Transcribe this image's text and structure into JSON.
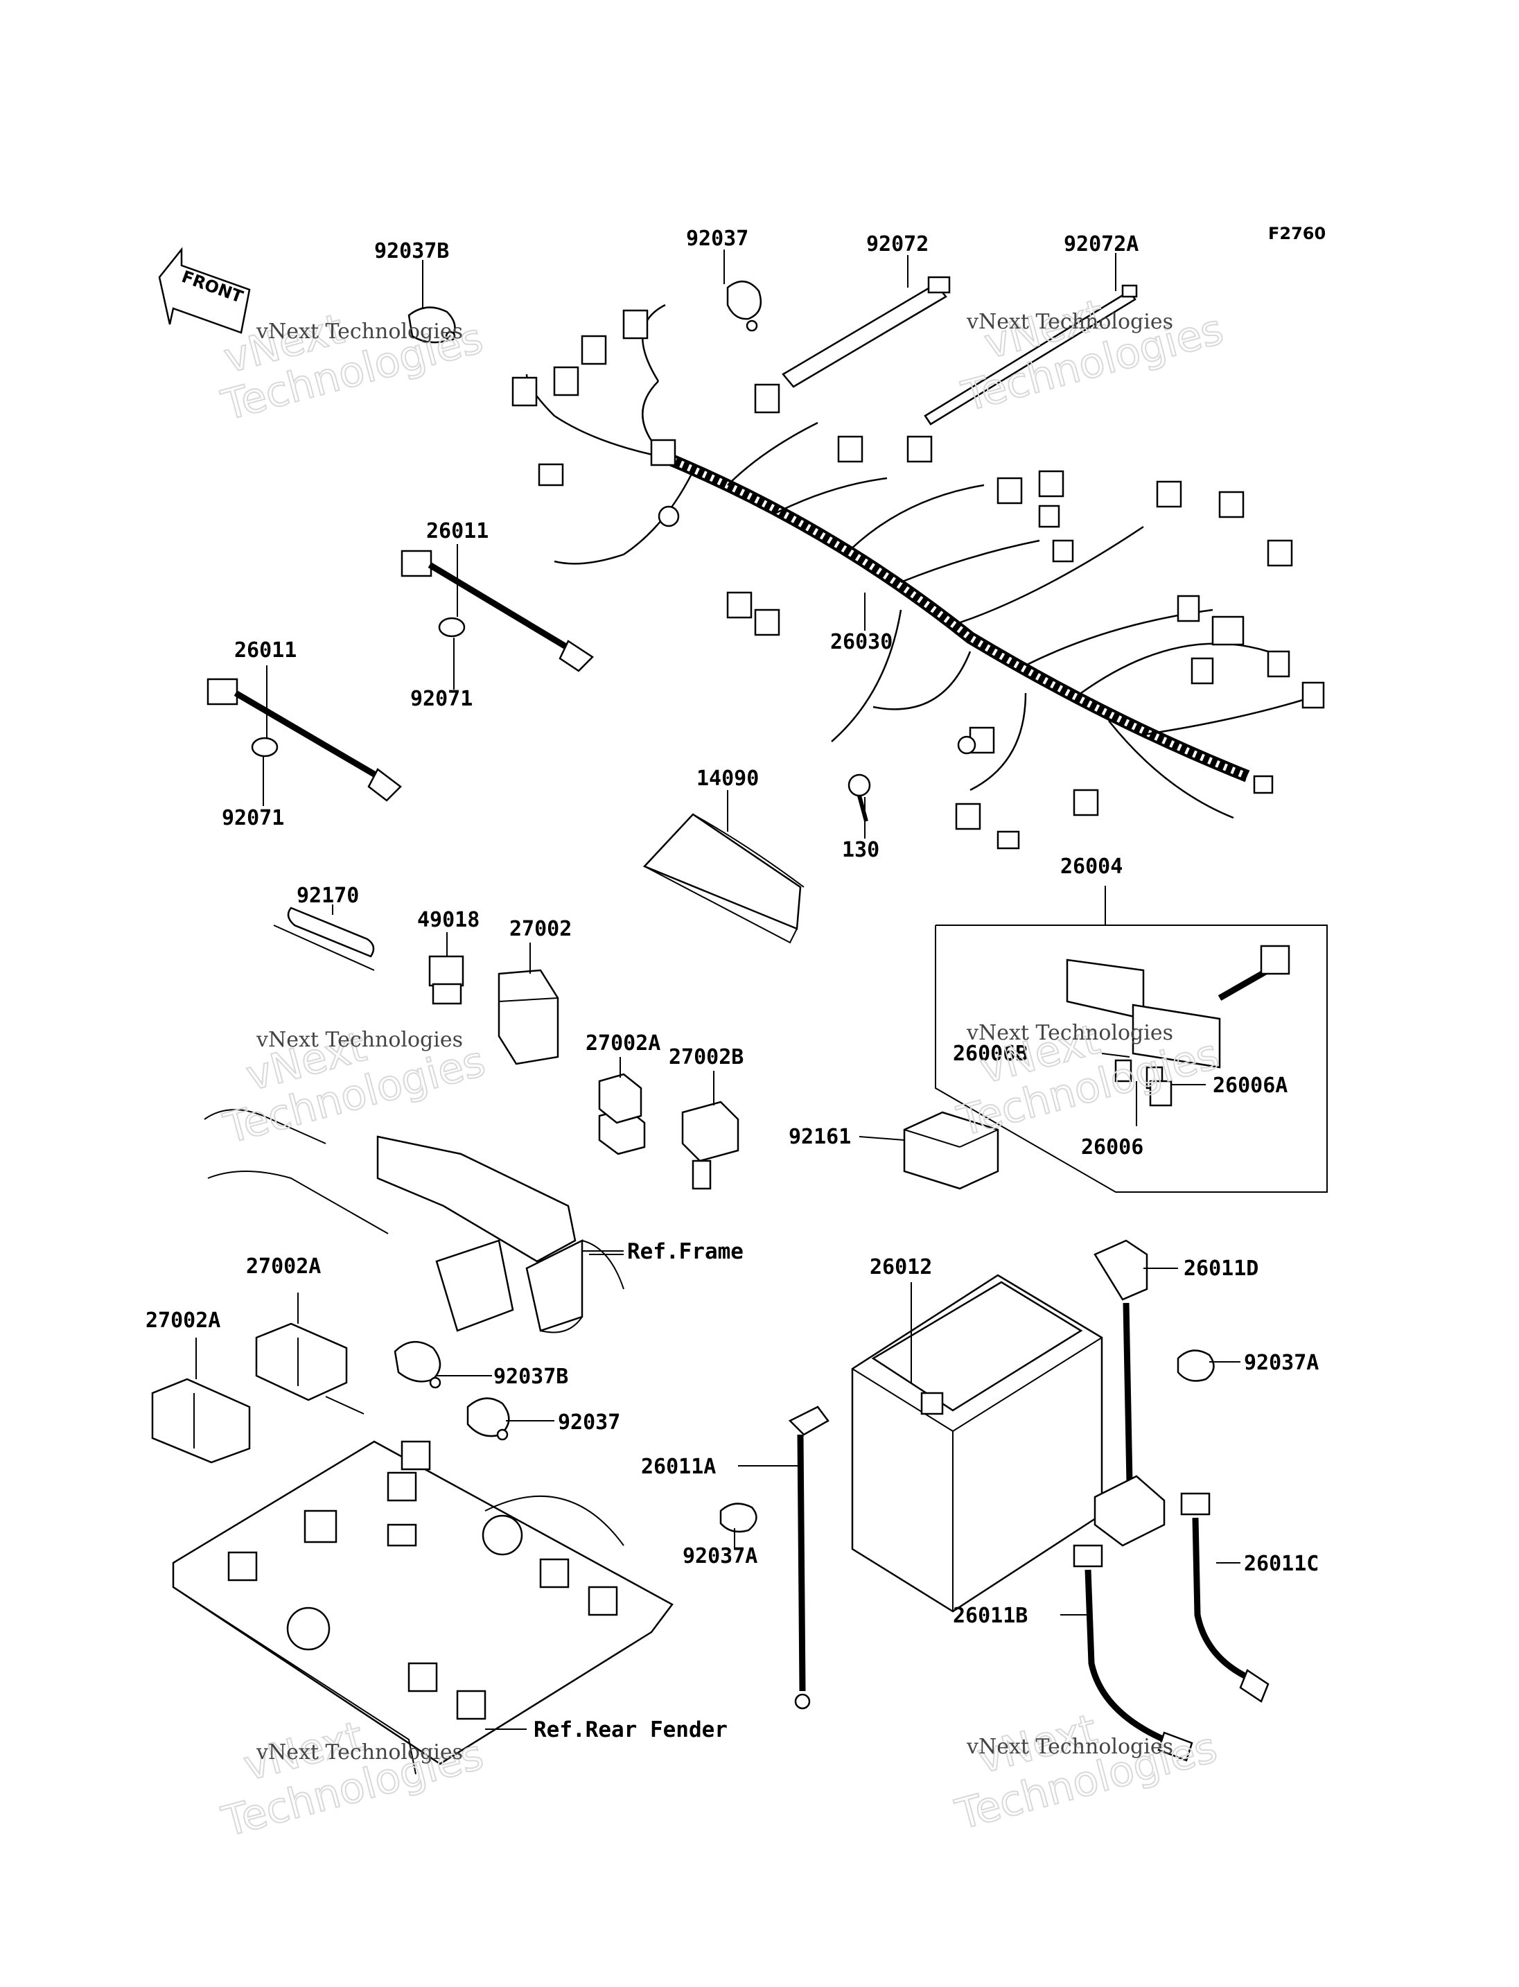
{
  "figure_code": "F2760",
  "front_label": "FRONT",
  "parts": [
    {
      "id": "p-92037B-top",
      "label": "92037B"
    },
    {
      "id": "p-92037-top",
      "label": "92037"
    },
    {
      "id": "p-92072",
      "label": "92072"
    },
    {
      "id": "p-92072A",
      "label": "92072A"
    },
    {
      "id": "p-26011-a",
      "label": "26011"
    },
    {
      "id": "p-92071-a",
      "label": "92071"
    },
    {
      "id": "p-26011-b",
      "label": "26011"
    },
    {
      "id": "p-92071-b",
      "label": "92071"
    },
    {
      "id": "p-26030",
      "label": "26030"
    },
    {
      "id": "p-14090",
      "label": "14090"
    },
    {
      "id": "p-130",
      "label": "130"
    },
    {
      "id": "p-26004",
      "label": "26004"
    },
    {
      "id": "p-92170",
      "label": "92170"
    },
    {
      "id": "p-49018",
      "label": "49018"
    },
    {
      "id": "p-27002",
      "label": "27002"
    },
    {
      "id": "p-27002A-top",
      "label": "27002A"
    },
    {
      "id": "p-27002B",
      "label": "27002B"
    },
    {
      "id": "p-26006B",
      "label": "26006B"
    },
    {
      "id": "p-26006A",
      "label": "26006A"
    },
    {
      "id": "p-26006",
      "label": "26006"
    },
    {
      "id": "p-92161",
      "label": "92161"
    },
    {
      "id": "p-26012",
      "label": "26012"
    },
    {
      "id": "p-26011D",
      "label": "26011D"
    },
    {
      "id": "p-92037A-right",
      "label": "92037A"
    },
    {
      "id": "p-27002A-mid",
      "label": "27002A"
    },
    {
      "id": "p-27002A-left",
      "label": "27002A"
    },
    {
      "id": "p-92037B-mid",
      "label": "92037B"
    },
    {
      "id": "p-92037-mid",
      "label": "92037"
    },
    {
      "id": "p-26011A",
      "label": "26011A"
    },
    {
      "id": "p-92037A-mid",
      "label": "92037A"
    },
    {
      "id": "p-26011C",
      "label": "26011C"
    },
    {
      "id": "p-26011B",
      "label": "26011B"
    }
  ],
  "refs": [
    {
      "id": "ref-frame",
      "label": "Ref.Frame"
    },
    {
      "id": "ref-rear-fender",
      "label": "Ref.Rear Fender"
    }
  ],
  "watermark": {
    "line1": "vNext Technologies",
    "line2": "vNext",
    "line3": "Technologies"
  }
}
